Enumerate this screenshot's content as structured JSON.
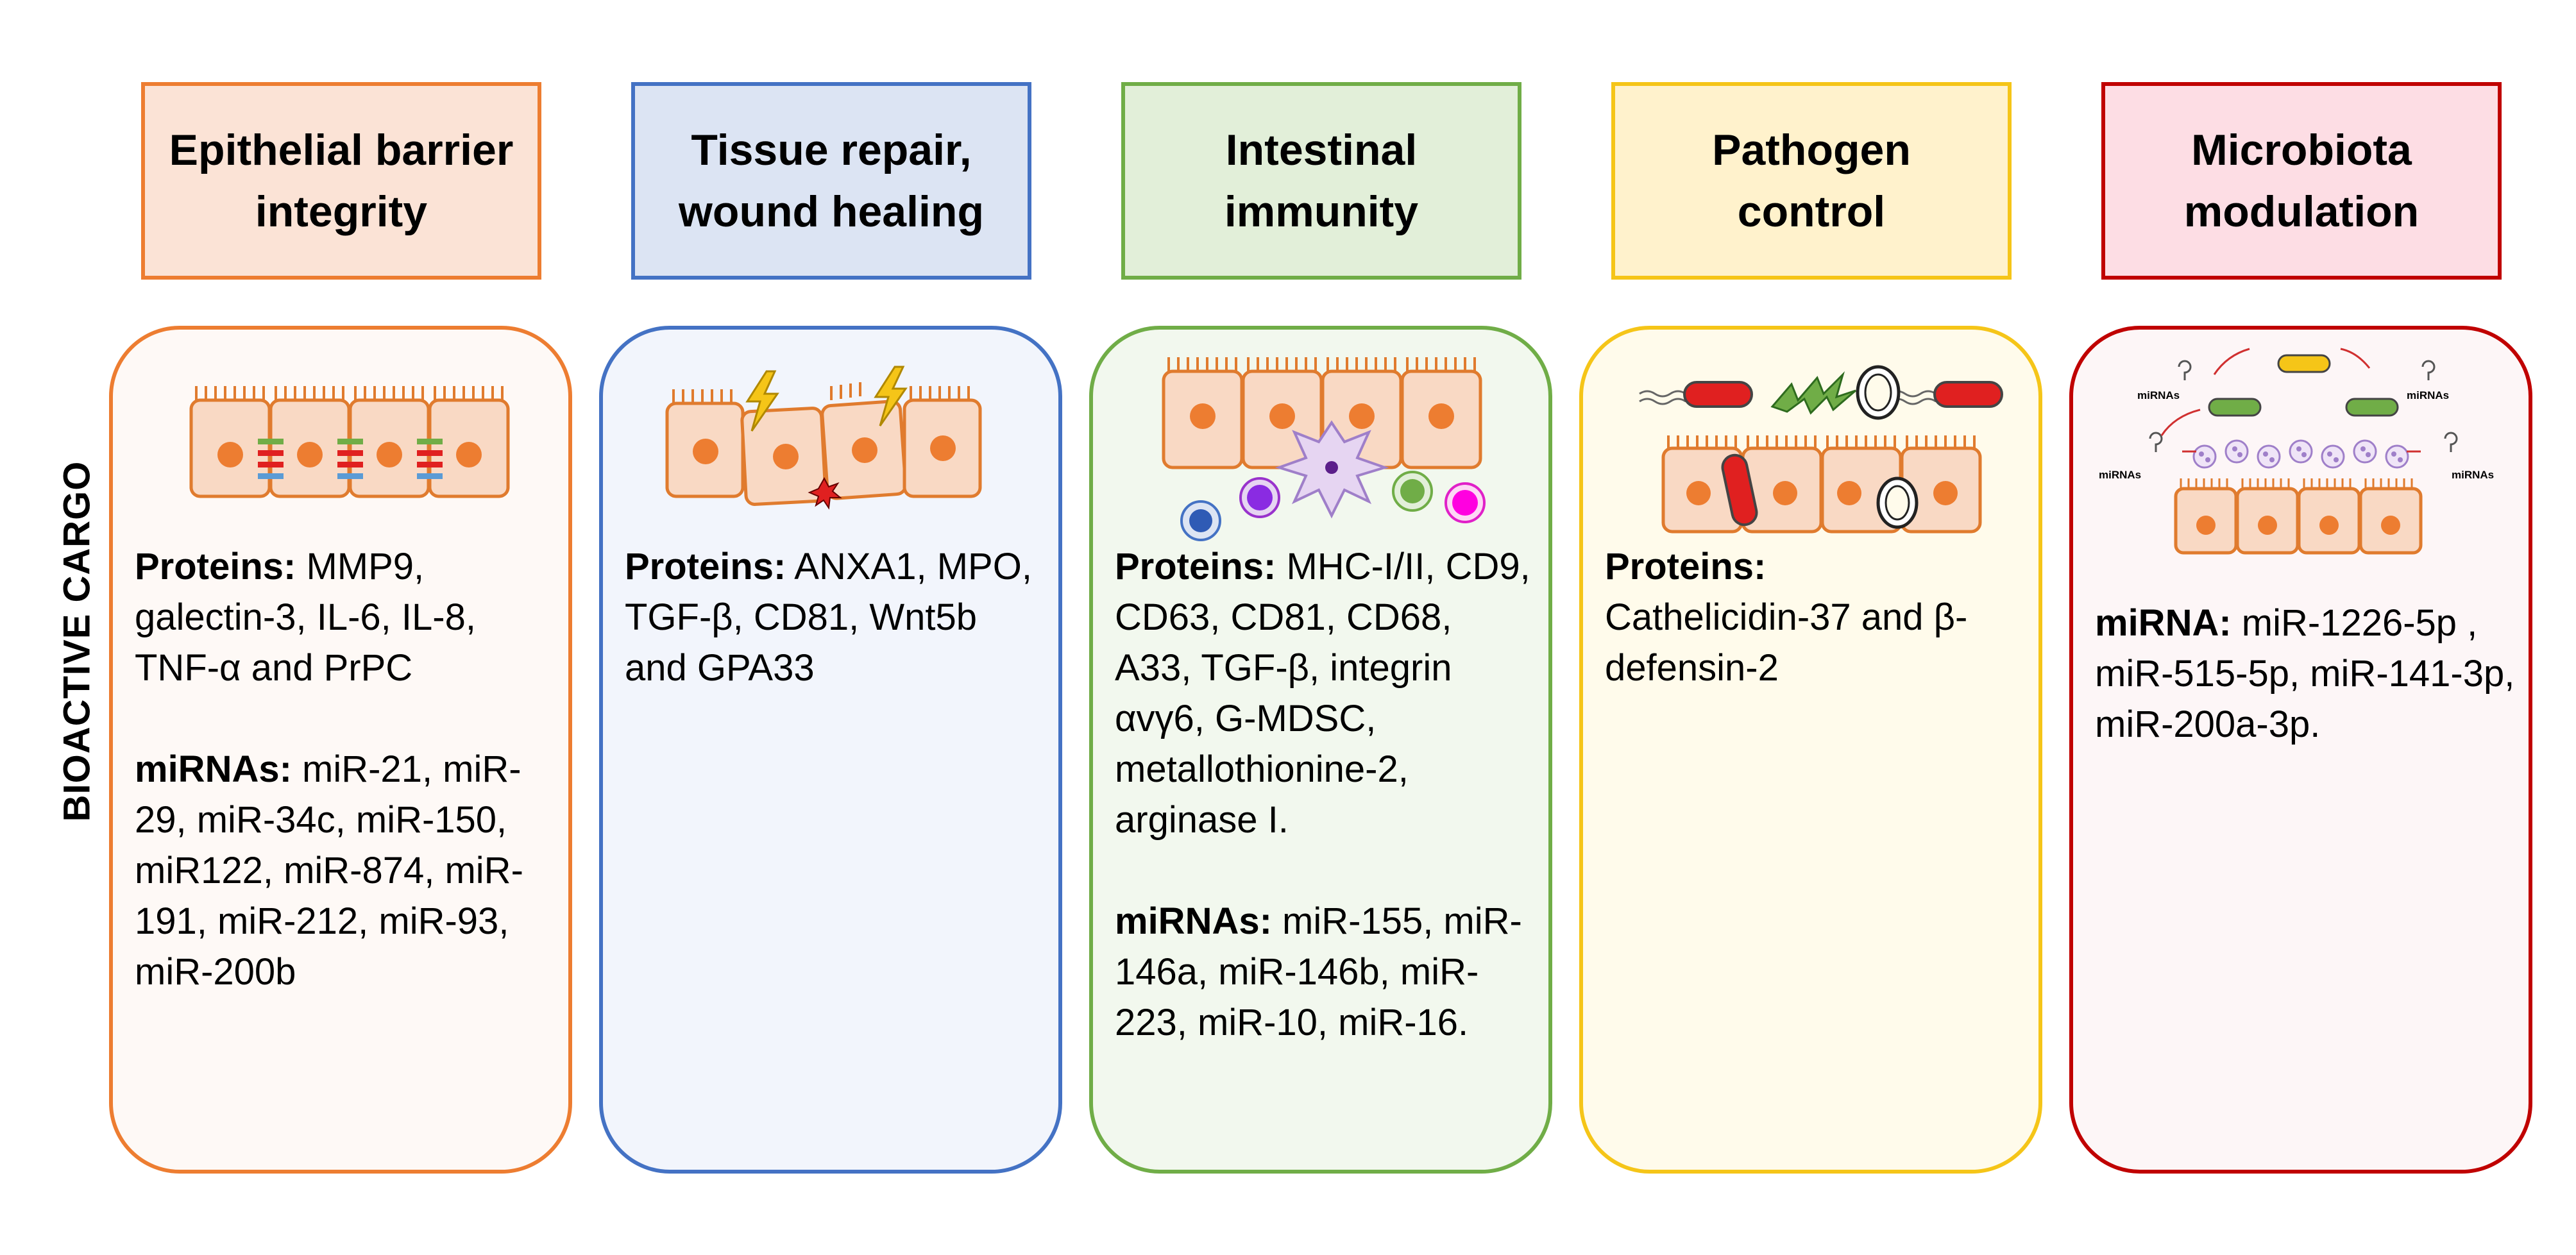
{
  "side_label": "BIOACTIVE CARGO",
  "columns": [
    {
      "title_lines": [
        "Epithelial barrier",
        "integrity"
      ],
      "colors": {
        "border": "#ED7D31",
        "header_bg": "#FBE3D6",
        "box_bg": "#FEF9F6"
      },
      "sections": [
        {
          "label": "Proteins:",
          "text": " MMP9, galectin-3, IL-6, IL-8, TNF-α and PrPC"
        },
        {
          "label": "miRNAs:",
          "text": " miR-21, miR-29, miR-34c, miR-150, miR122, miR-874, miR-191, miR-212, miR-93, miR-200b"
        }
      ]
    },
    {
      "title_lines": [
        "Tissue repair,",
        "wound healing"
      ],
      "colors": {
        "border": "#4472C4",
        "header_bg": "#DCE4F3",
        "box_bg": "#F2F5FC"
      },
      "sections": [
        {
          "label": "Proteins:",
          "text": " ANXA1, MPO, TGF-β, CD81, Wnt5b and GPA33"
        }
      ]
    },
    {
      "title_lines": [
        "Intestinal",
        "immunity"
      ],
      "colors": {
        "border": "#70AD47",
        "header_bg": "#E2EFD9",
        "box_bg": "#F2F8EE"
      },
      "sections": [
        {
          "label": "Proteins:",
          "text": " MHC-I/II, CD9, CD63, CD81, CD68, A33, TGF-β, integrin αvγ6, G-MDSC, metallothionine-2, arginase I."
        },
        {
          "label": "miRNAs:",
          "text": " miR-155, miR-146a, miR-146b, miR-223, miR-10, miR-16."
        }
      ]
    },
    {
      "title_lines": [
        "Pathogen",
        "control"
      ],
      "colors": {
        "border": "#F5C518",
        "header_bg": "#FFF2CC",
        "box_bg": "#FFFBEB"
      },
      "sections": [
        {
          "label": "Proteins:",
          "text": " Cathelicidin-37 and β-defensin-2",
          "break_after_label": true
        }
      ]
    },
    {
      "title_lines": [
        "Microbiota",
        "modulation"
      ],
      "colors": {
        "border": "#C00000",
        "header_bg": "#FDDDE4",
        "box_bg": "#FDF6F7"
      },
      "sections": [
        {
          "label": "miRNA:",
          "text": " miR-1226-5p , miR-515-5p, miR-141-3p, miR-200a-3p."
        }
      ]
    }
  ],
  "illustration_labels": {
    "mirnas": "miRNAs"
  },
  "icon_names": [
    "epithelial-cells-tight-junction-icon",
    "wounded-epithelium-icon",
    "immune-cells-epithelium-icon",
    "bacteria-epithelium-icon",
    "microbiota-mirna-icon"
  ]
}
